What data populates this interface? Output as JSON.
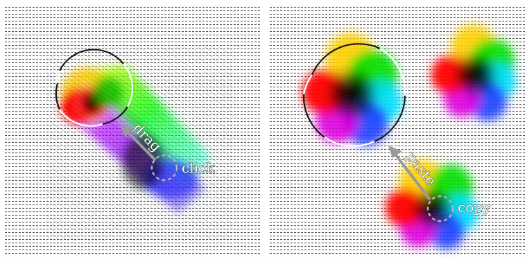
{
  "panels": [
    {
      "id": "left",
      "labels": {
        "action_start": "click",
        "action_path": "drag"
      },
      "skyrmions": [
        {
          "role": "dragged",
          "state": "moving"
        },
        {
          "role": "origin",
          "state": "clicked"
        }
      ]
    },
    {
      "id": "right",
      "labels": {
        "action_start": "copy",
        "action_path": "paste"
      },
      "skyrmions": [
        {
          "role": "pasted",
          "state": "placed"
        },
        {
          "role": "existing",
          "state": "static"
        },
        {
          "role": "source",
          "state": "copied"
        }
      ]
    }
  ],
  "colors": {
    "background_arrows": "#505050",
    "guide_arrow": "#9a9a9a",
    "cursor_ring": "#b4b4b4",
    "selection_dark": "#1a1a1a",
    "selection_light": "#ffffff"
  },
  "icons": {
    "left_start": "dashed-cursor-circle-icon",
    "right_start": "dashed-cursor-circle-icon",
    "guide": "arrow-icon"
  }
}
